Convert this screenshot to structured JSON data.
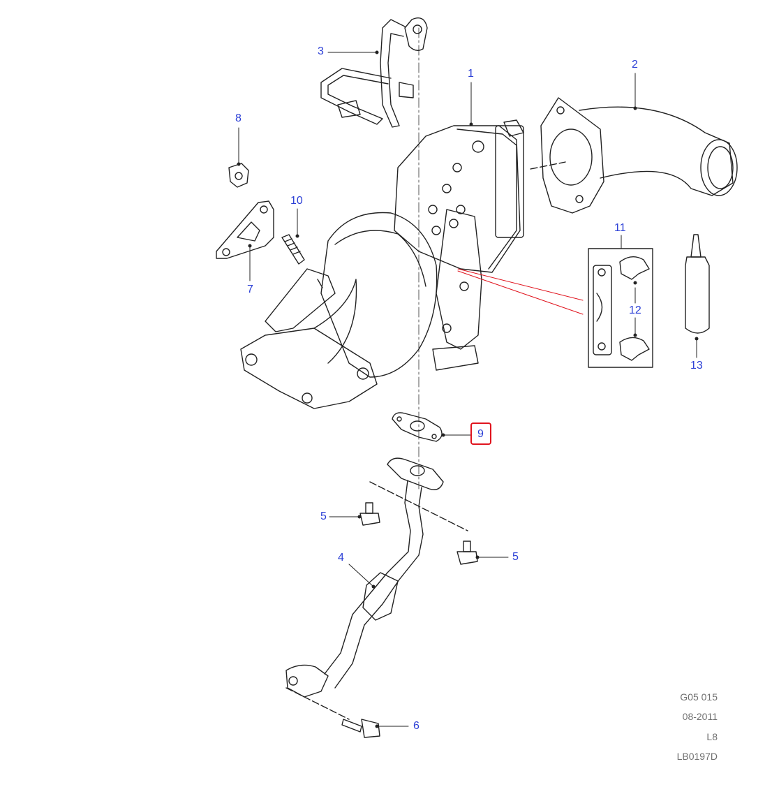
{
  "colors": {
    "callout": "#2b3fd6",
    "selected_outline": "#e0141e",
    "line": "#222222",
    "info_text": "#707070"
  },
  "callouts": [
    {
      "id": "c1",
      "label": "1"
    },
    {
      "id": "c2",
      "label": "2"
    },
    {
      "id": "c3",
      "label": "3"
    },
    {
      "id": "c4",
      "label": "4"
    },
    {
      "id": "c5a",
      "label": "5"
    },
    {
      "id": "c5b",
      "label": "5"
    },
    {
      "id": "c6",
      "label": "6"
    },
    {
      "id": "c7",
      "label": "7"
    },
    {
      "id": "c8",
      "label": "8"
    },
    {
      "id": "c9",
      "label": "9",
      "selected": true
    },
    {
      "id": "c10",
      "label": "10"
    },
    {
      "id": "c11",
      "label": "11"
    },
    {
      "id": "c12",
      "label": "12"
    },
    {
      "id": "c13",
      "label": "13"
    }
  ],
  "info": {
    "line1": "G05 015",
    "line2": "08-2011",
    "line3": "L8",
    "line4": "LB0197D"
  }
}
